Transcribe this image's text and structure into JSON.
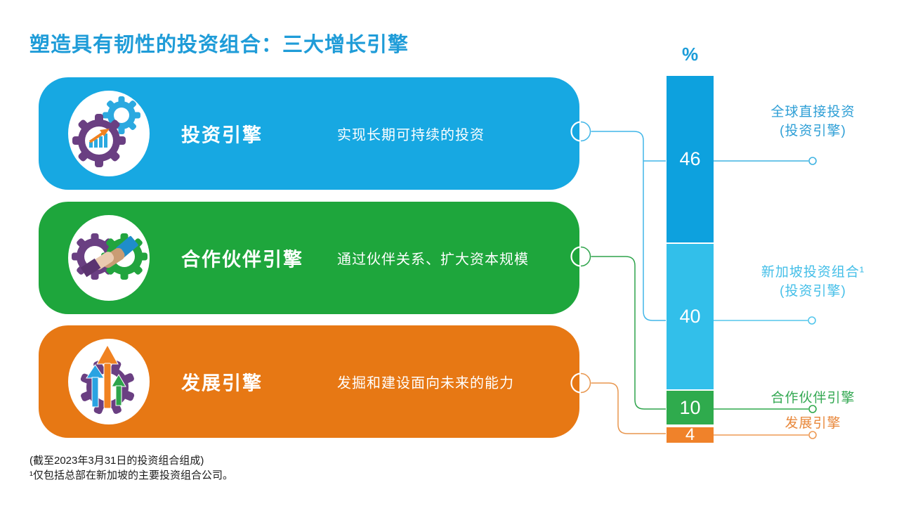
{
  "slide": {
    "title": "塑造具有韧性的投资组合：三大增长引擎",
    "title_color": "#1F9CD8"
  },
  "engines": [
    {
      "name": "投资引擎",
      "description": "实现长期可持续的投资",
      "color": "#17A8E2",
      "connector_color": "#41B6E8",
      "icon": "gears-with-growth-chart"
    },
    {
      "name": "合作伙伴引擎",
      "description": "通过伙伴关系、扩大资本规模",
      "color": "#1EA63C",
      "connector_color": "#2FA44C",
      "icon": "handshake-between-gears"
    },
    {
      "name": "发展引擎",
      "description": "发掘和建设面向未来的能力",
      "color": "#E77814",
      "connector_color": "#E8964E",
      "icon": "upward-arrows-in-gear"
    }
  ],
  "chart_data": {
    "type": "bar",
    "stacked": true,
    "axis_unit": "%",
    "axis_unit_color": "#1B9CD8",
    "ylim": [
      0,
      100
    ],
    "segments": [
      {
        "label": "全球直接投资",
        "sublabel": "(投资引擎)",
        "value": 46,
        "color": "#0DA1DE",
        "label_color": "#2E9FD6",
        "line_color": "#3FB3E2"
      },
      {
        "label": "新加坡投资组合¹",
        "sublabel": "(投资引擎)",
        "value": 40,
        "color": "#32BFEA",
        "label_color": "#45BFE8",
        "line_color": "#53C6EC"
      },
      {
        "label": "合作伙伴引擎",
        "sublabel": "",
        "value": 10,
        "color": "#2FAB4D",
        "label_color": "#33A852",
        "line_color": "#2FA84C"
      },
      {
        "label": "发展引擎",
        "sublabel": "",
        "value": 4,
        "color": "#F0822A",
        "label_color": "#E8873A",
        "line_color": "#ED9A55"
      }
    ]
  },
  "footnotes": [
    "(截至2023年3月31日的投资组合组成)",
    "¹仅包括总部在新加坡的主要投资组合公司。"
  ]
}
